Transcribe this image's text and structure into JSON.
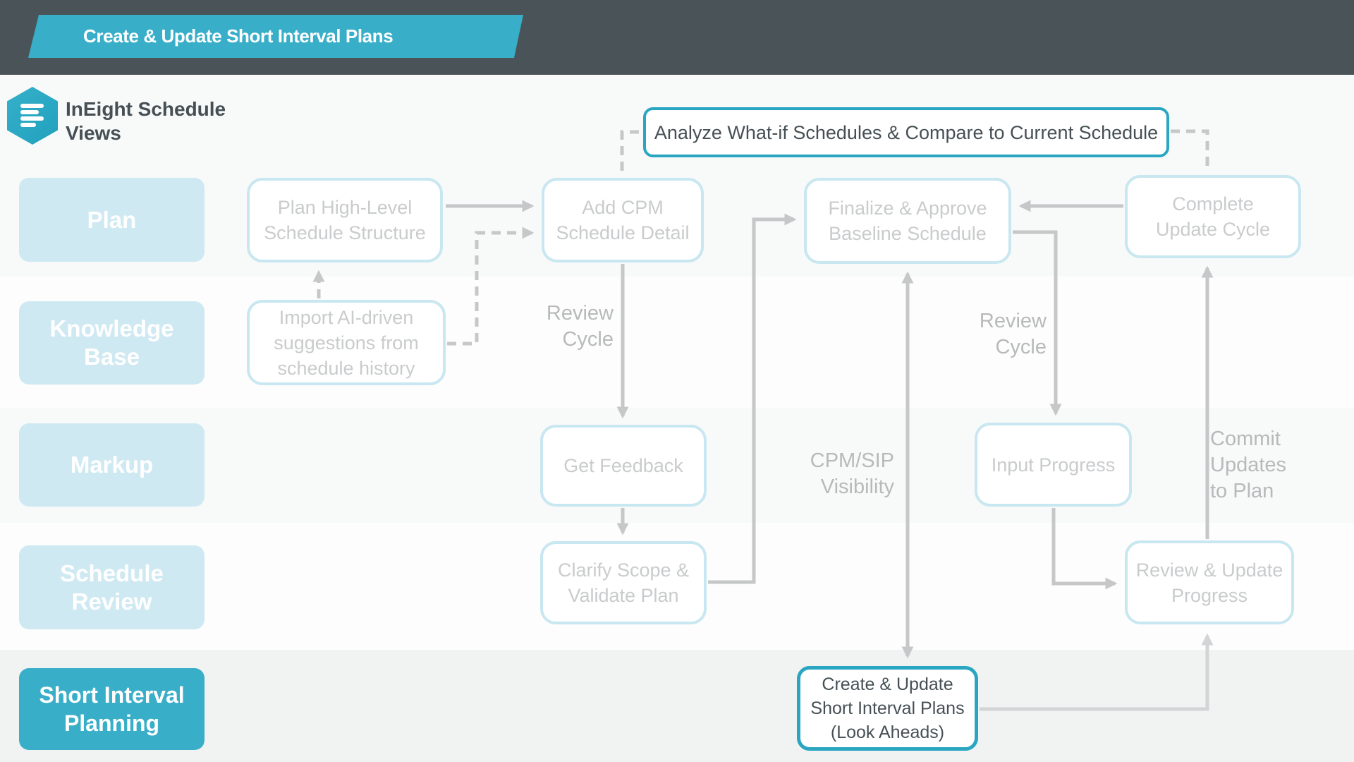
{
  "header": {
    "banner_title": "Create & Update Short Interval Plans",
    "brand_line1": "InEight Schedule",
    "brand_line2": "Views"
  },
  "lanes": [
    {
      "id": "plan",
      "lines": [
        "Plan"
      ],
      "active": false
    },
    {
      "id": "knowledge-base",
      "lines": [
        "Knowledge",
        "Base"
      ],
      "active": false
    },
    {
      "id": "markup",
      "lines": [
        "Markup"
      ],
      "active": false
    },
    {
      "id": "schedule-review",
      "lines": [
        "Schedule",
        "Review"
      ],
      "active": false
    },
    {
      "id": "short-interval-planning",
      "lines": [
        "Short Interval",
        "Planning"
      ],
      "active": true
    }
  ],
  "nodes": {
    "analyze": {
      "lines": [
        "Analyze What-if Schedules & Compare to Current Schedule"
      ],
      "state": "highlighted"
    },
    "plan_high_level": {
      "lines": [
        "Plan High-Level",
        "Schedule Structure"
      ],
      "state": "faded"
    },
    "import_ai": {
      "lines": [
        "Import AI-driven",
        "suggestions from",
        "schedule history"
      ],
      "state": "faded"
    },
    "add_cpm": {
      "lines": [
        "Add CPM",
        "Schedule Detail"
      ],
      "state": "faded"
    },
    "finalize": {
      "lines": [
        "Finalize & Approve",
        "Baseline Schedule"
      ],
      "state": "faded"
    },
    "complete_update": {
      "lines": [
        "Complete",
        "Update Cycle"
      ],
      "state": "faded"
    },
    "get_feedback": {
      "lines": [
        "Get Feedback"
      ],
      "state": "faded"
    },
    "clarify": {
      "lines": [
        "Clarify Scope &",
        "Validate Plan"
      ],
      "state": "faded"
    },
    "input_progress": {
      "lines": [
        "Input Progress"
      ],
      "state": "faded"
    },
    "review_update": {
      "lines": [
        "Review & Update",
        "Progress"
      ],
      "state": "faded"
    },
    "create_update_sip": {
      "lines": [
        "Create & Update",
        "Short Interval Plans",
        "(Look Aheads)"
      ],
      "state": "highlighted"
    }
  },
  "edge_labels": {
    "review_cycle_left": {
      "lines": [
        "Review",
        "Cycle"
      ]
    },
    "review_cycle_right": {
      "lines": [
        "Review",
        "Cycle"
      ]
    },
    "cpm_sip": {
      "lines": [
        "CPM/SIP",
        "Visibility"
      ]
    },
    "commit": {
      "lines": [
        "Commit",
        "Updates",
        "to Plan"
      ]
    }
  },
  "colors": {
    "accent_teal": "#38aec9",
    "header_dark": "#4a5458",
    "lane_light_blue": "#cfe9f2",
    "node_border_blue": "#c8e7f0",
    "arrow_gray": "#c6c7c8",
    "faded_text": "#c9cbcc",
    "dark_text": "#465054"
  }
}
